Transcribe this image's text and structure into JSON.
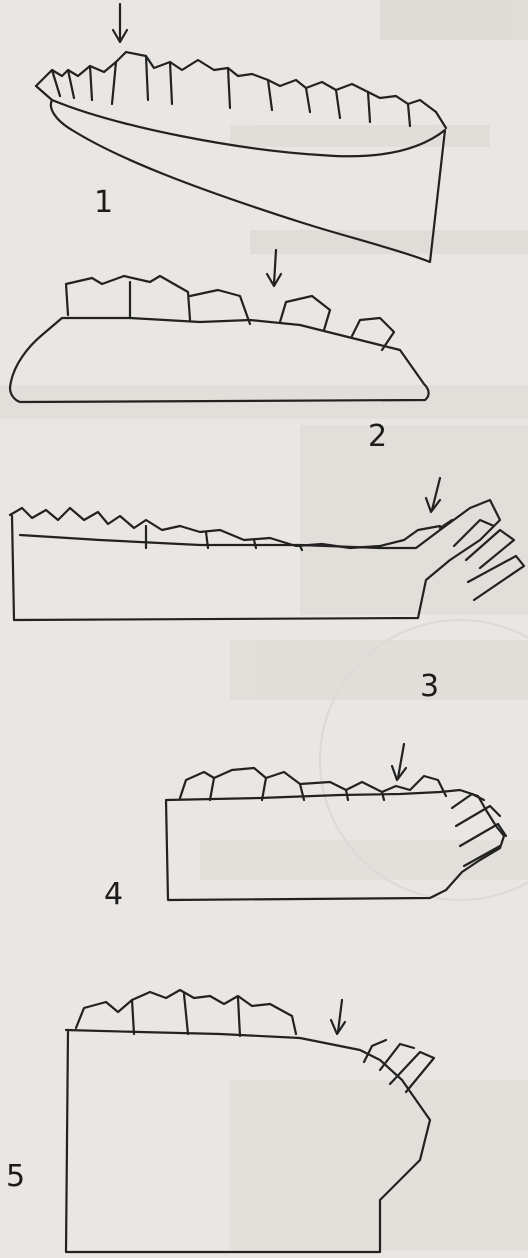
{
  "figure_labels": {
    "fig1": "1",
    "fig2": "2",
    "fig3": "3",
    "fig4": "4",
    "fig5": "5"
  },
  "colors": {
    "paper": "#e9e6e3",
    "ink": "#222222",
    "bleed_through": "#c9c4bf"
  }
}
